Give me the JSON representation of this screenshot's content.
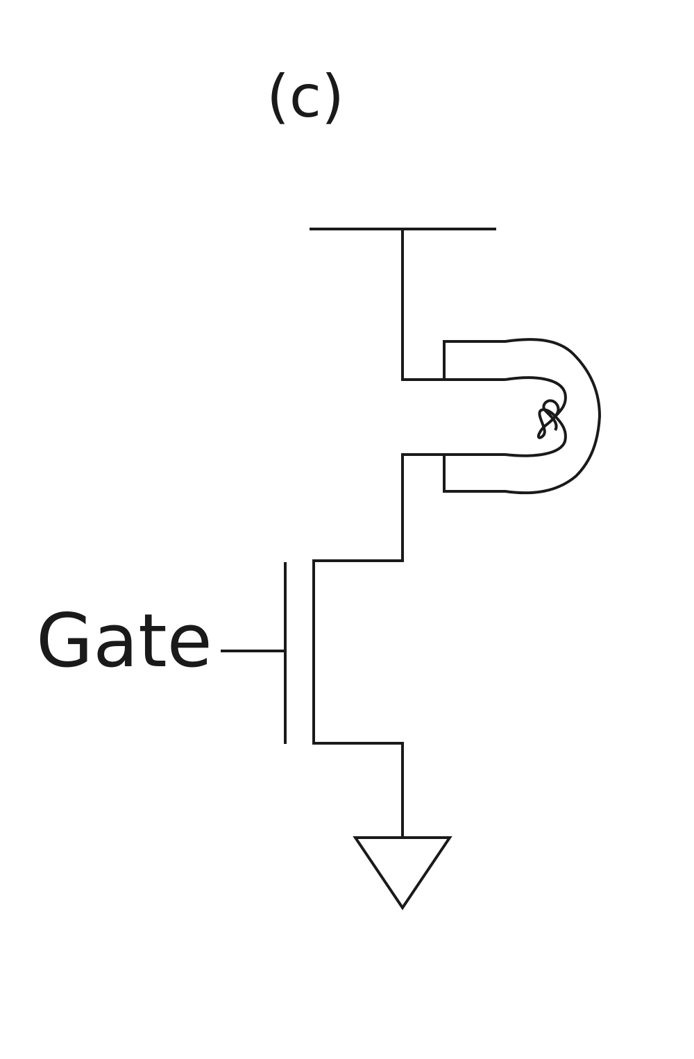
{
  "diagram": {
    "panel_label": "(c)",
    "gate_label": "Gate",
    "components": [
      "supply-rail",
      "light-bulb",
      "mosfet-transistor",
      "ground-symbol"
    ],
    "stroke_color": "#1a1a1a",
    "background_color": "#ffffff"
  }
}
